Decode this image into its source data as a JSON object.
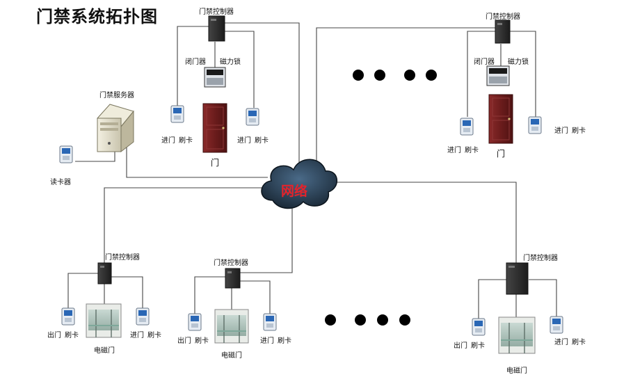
{
  "title": "门禁系统拓扑图",
  "network": {
    "label": "网络"
  },
  "server": {
    "label": "门禁服务器",
    "reader_label": "读卡器"
  },
  "labels": {
    "controller": "门禁控制器",
    "door_closer": "闭门器",
    "mag_lock": "磁力锁",
    "door": "门",
    "mag_door": "电磁门",
    "entry": "进门",
    "exit": "出门",
    "swipe": "刷卡"
  },
  "colors": {
    "network_label": "#e5232b",
    "door": "#6b1c1c",
    "cloud": "#1f2f40",
    "line": "#444444"
  }
}
